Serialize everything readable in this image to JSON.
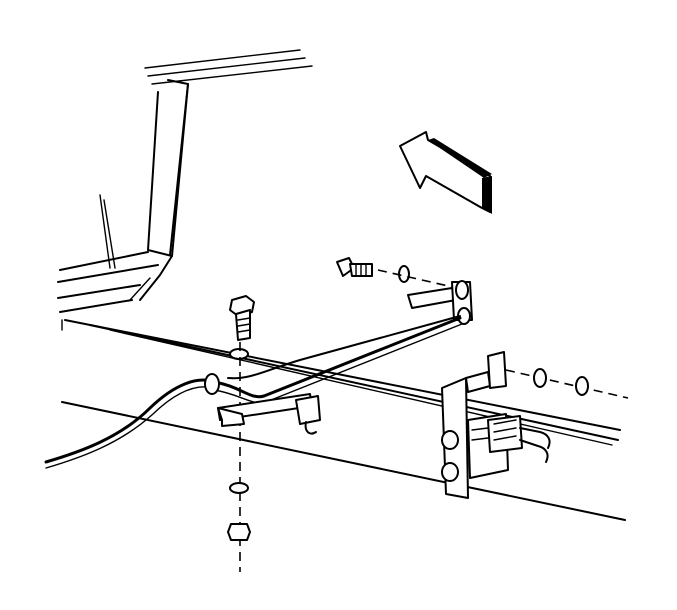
{
  "diagram": {
    "labels": []
  },
  "parts": {
    "body_panel": "body-panel",
    "frame_rail": "frame-rail",
    "brake_pipe": "brake-pipe",
    "direction_arrow": "front-direction-arrow",
    "upper_bolt": "retaining-bolt",
    "pipe_clip": "pipe-clip",
    "vertical_bolt": "vertical-bolt",
    "mounting_bracket": "mounting-bracket",
    "connector": "electrical-connector"
  }
}
